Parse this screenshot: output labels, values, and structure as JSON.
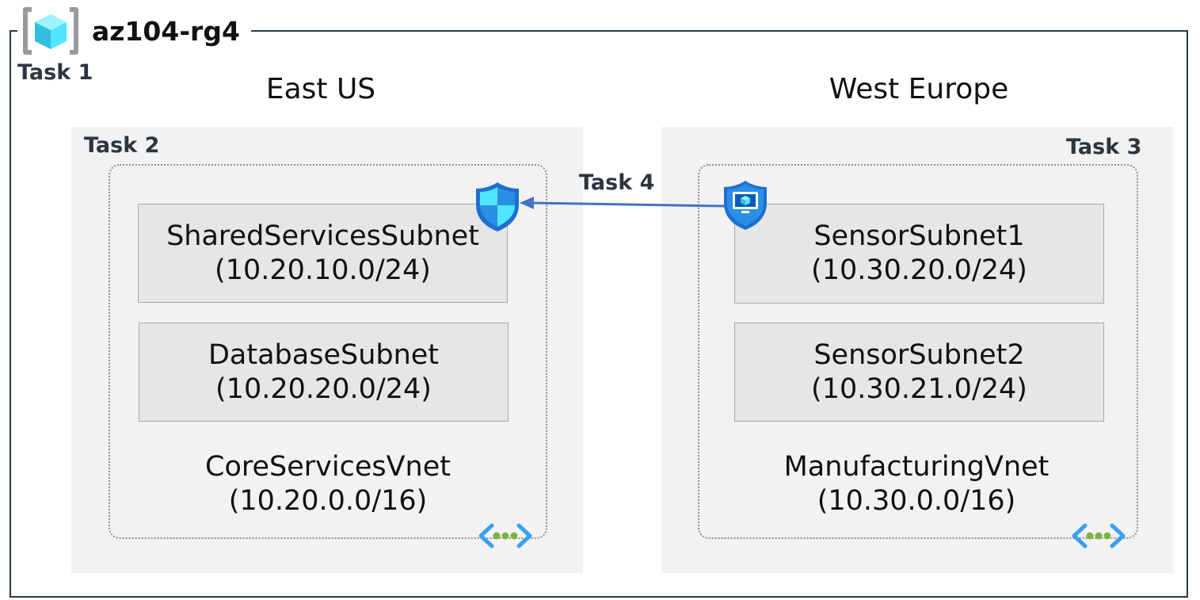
{
  "resource_group": {
    "name": "az104-rg4",
    "icon": "resource-group-cube-icon"
  },
  "tasks": {
    "task1": "Task 1",
    "task2": "Task 2",
    "task3": "Task 3",
    "task4": "Task 4"
  },
  "regions": {
    "east": {
      "title": "East US",
      "vnet": {
        "name": "CoreServicesVnet",
        "cidr": "(10.20.0.0/16)"
      },
      "subnets": [
        {
          "name": "SharedServicesSubnet",
          "cidr": "(10.20.10.0/24)"
        },
        {
          "name": "DatabaseSubnet",
          "cidr": "(10.20.20.0/24)"
        }
      ],
      "icons": [
        "network-security-group-shield-icon",
        "virtual-network-icon"
      ]
    },
    "west": {
      "title": "West Europe",
      "vnet": {
        "name": "ManufacturingVnet",
        "cidr": "(10.30.0.0/16)"
      },
      "subnets": [
        {
          "name": "SensorSubnet1",
          "cidr": "(10.30.20.0/24)"
        },
        {
          "name": "SensorSubnet2",
          "cidr": "(10.30.21.0/24)"
        }
      ],
      "icons": [
        "application-security-group-monitor-shield-icon",
        "virtual-network-icon"
      ]
    }
  },
  "colors": {
    "frame_border": "#2a3a44",
    "region_fill": "#f2f2f2",
    "subnet_fill": "#e6e6e6",
    "arrow": "#4472c4",
    "azure_blue": "#0078d4",
    "vnet_green": "#7cb342"
  }
}
